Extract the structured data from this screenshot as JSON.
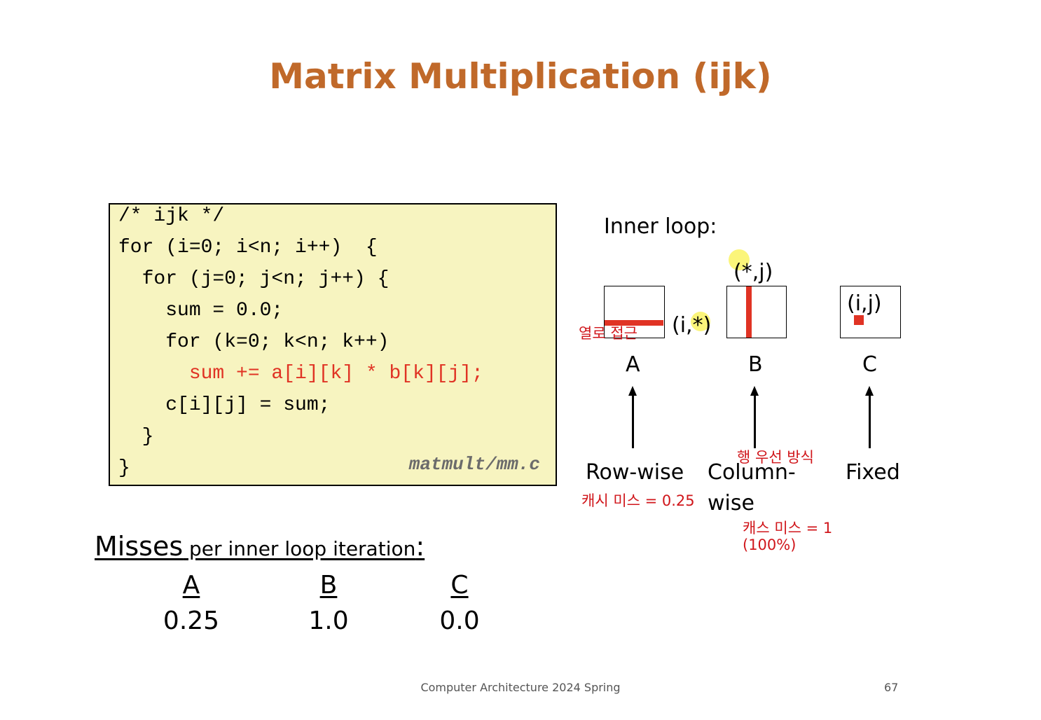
{
  "title": "Matrix Multiplication (ijk)",
  "code": {
    "lines": [
      "/* ijk */",
      "for (i=0; i<n; i++)  {",
      "  for (j=0; j<n; j++) {",
      "    sum = 0.0;",
      "    for (k=0; k<n; k++)",
      "      sum += a[i][k] * b[k][j];",
      "    c[i][j] = sum;",
      "  }",
      "}"
    ],
    "highlight_line": "      sum += a[i][k] * b[k][j];",
    "filename": "matmult/mm.c"
  },
  "diagram": {
    "inner_loop_label": "Inner loop:",
    "matrix_a": {
      "name": "A",
      "access": "(i,*)",
      "pattern": "Row-wise",
      "note": "캐시 미스 = 0.25",
      "overlay_note": "열로 접근"
    },
    "matrix_b": {
      "name": "B",
      "access": "(*,j)",
      "pattern_line1": "Column-",
      "pattern_line2": "wise",
      "note_top": "행 우선 방식",
      "note_line1": "캐스 미스 = 1",
      "note_line2": "(100%)"
    },
    "matrix_c": {
      "name": "C",
      "access": "(i,j)",
      "pattern": "Fixed"
    },
    "colors": {
      "access_bar": "#e03324",
      "annotation": "#d0161b",
      "highlight": "#fbf57a"
    }
  },
  "misses": {
    "title_main": "Misses",
    "title_sub": " per inner loop iteration",
    "title_colon": ":",
    "columns": [
      {
        "header": "A",
        "value": "0.25"
      },
      {
        "header": "B",
        "value": "1.0"
      },
      {
        "header": "C",
        "value": "0.0"
      }
    ]
  },
  "footer": "Computer Architecture 2024 Spring",
  "page_number": "67"
}
